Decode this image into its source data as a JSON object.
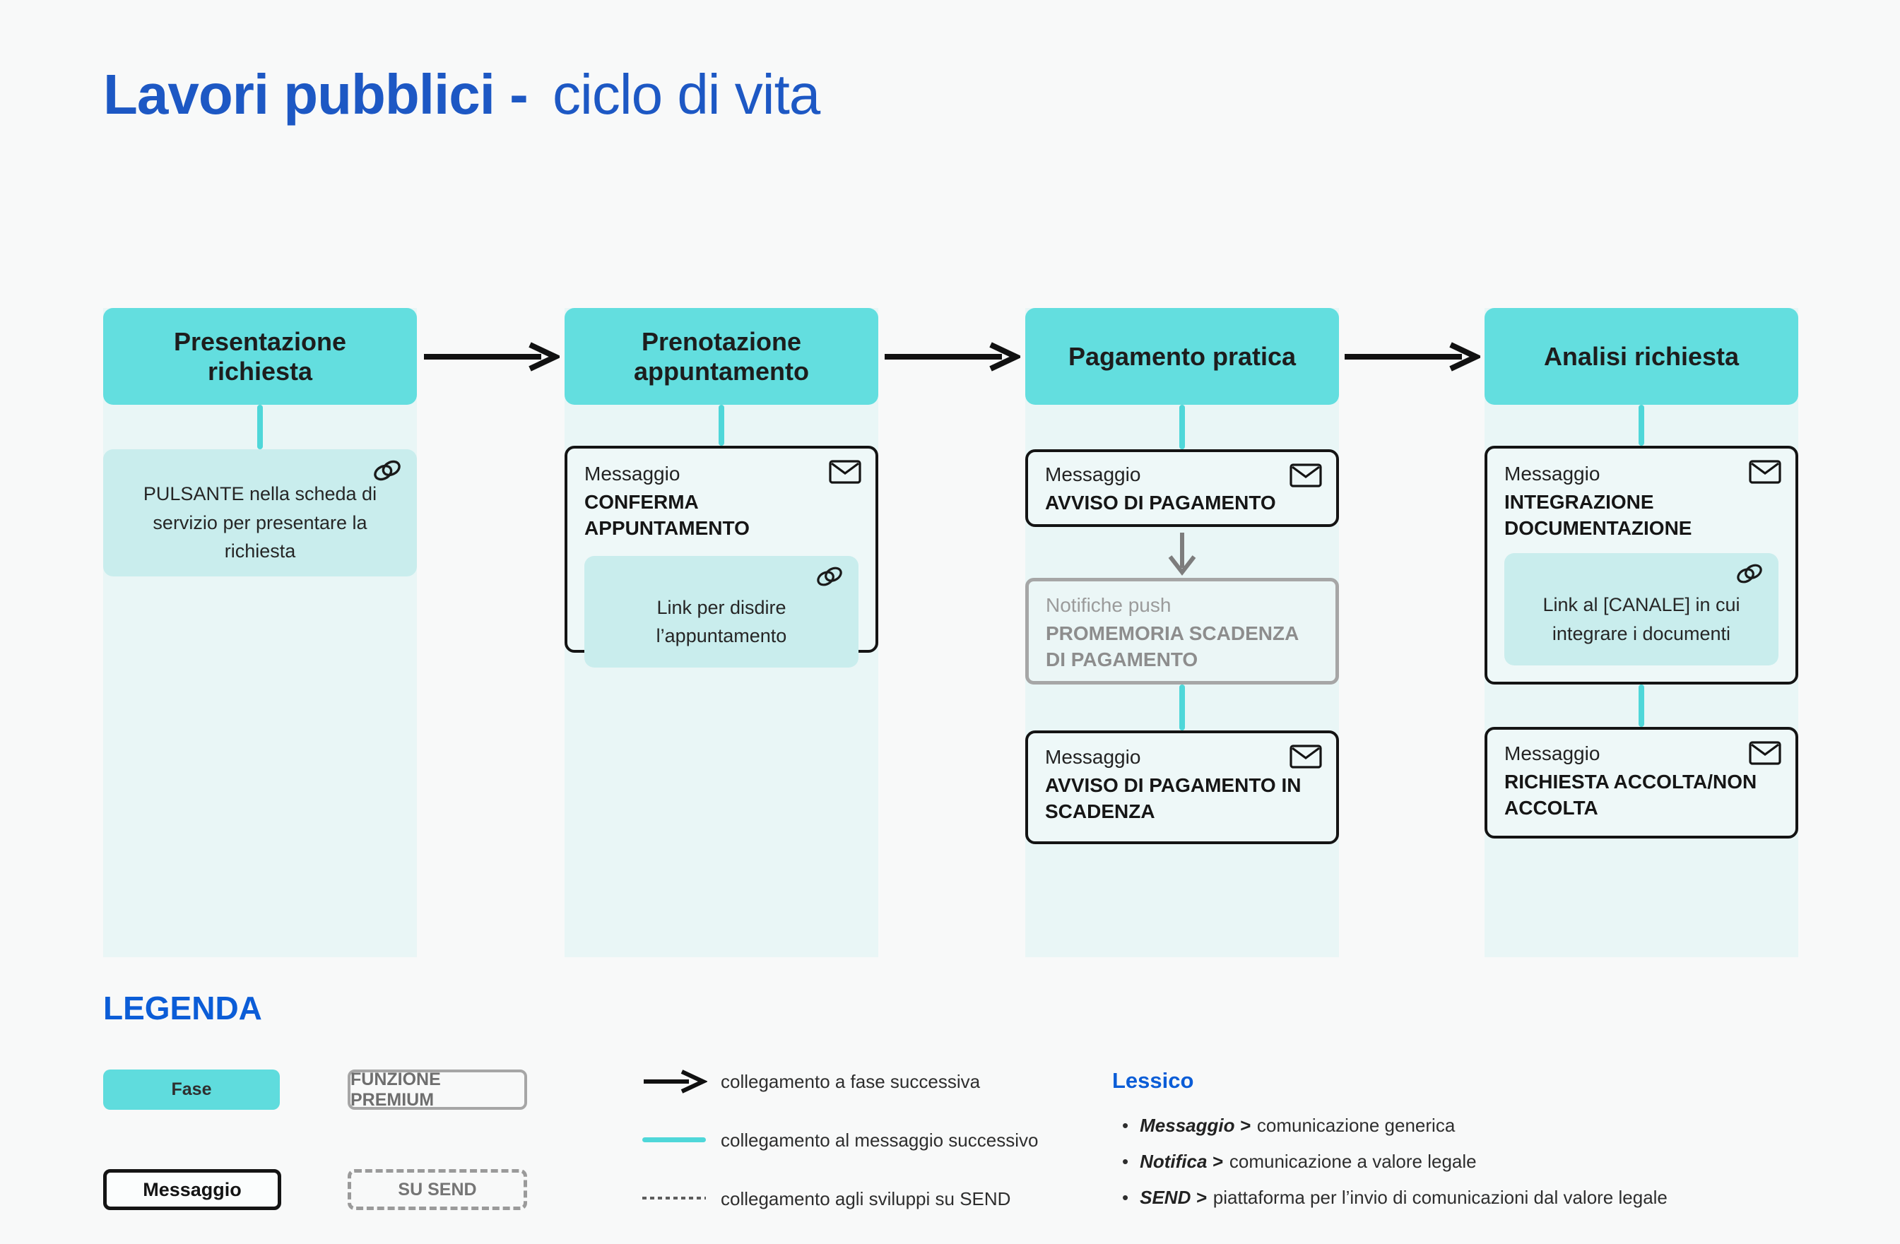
{
  "page": {
    "title": {
      "accent": "Lavori pubblici -",
      "rest": "ciclo di vita"
    }
  },
  "colors": {
    "phase_teal": "#63dedf",
    "light_teal_box": "#c9eded",
    "column_strip": "#e9f6f6",
    "heading_blue": "#0b5dd7",
    "title_blue": "#1d58c4",
    "message_border": "#141414",
    "premium_gray": "#a6a6a6",
    "connector_teal": "#4fd7d9"
  },
  "icons": {
    "message": "envelope-icon",
    "link": "chain-link-icon",
    "next_phase": "black-right-arrow",
    "to_send": "gray-down-arrow"
  },
  "columns": [
    {
      "header": "Presentazione richiesta",
      "link_note": "PULSANTE nella scheda di servizio per presentare la richiesta"
    },
    {
      "header": "Prenotazione appuntamento",
      "message1": {
        "label": "Messaggio",
        "title": "CONFERMA APPUNTAMENTO",
        "link": "Link per disdire l’appuntamento"
      }
    },
    {
      "header": "Pagamento pratica",
      "message1": {
        "label": "Messaggio",
        "title": "AVVISO DI PAGAMENTO"
      },
      "push": {
        "label": "Notifiche push",
        "title": "PROMEMORIA SCADENZA DI PAGAMENTO"
      },
      "message2": {
        "label": "Messaggio",
        "title": "AVVISO DI PAGAMENTO IN SCADENZA"
      }
    },
    {
      "header": "Analisi richiesta",
      "message1": {
        "label": "Messaggio",
        "title": "INTEGRAZIONE DOCUMENTAZIONE",
        "link": "Link al [CANALE] in cui integrare i documenti"
      },
      "message2": {
        "label": "Messaggio",
        "title": "RICHIESTA ACCOLTA/NON ACCOLTA"
      }
    }
  ],
  "legend": {
    "heading": "LEGENDA",
    "chips": [
      {
        "label": "Fase"
      },
      {
        "label": "FUNZIONE PREMIUM"
      },
      {
        "label": "Messaggio"
      },
      {
        "label": "SU SEND"
      }
    ],
    "connectors": [
      {
        "label": "collegamento a fase successiva"
      },
      {
        "label": "collegamento al messaggio successivo"
      },
      {
        "label": "collegamento agli sviluppi su SEND"
      }
    ]
  },
  "lessico": {
    "heading": "Lessico",
    "bullet": "•",
    "items": [
      {
        "term": "Messaggio >",
        "definition": "comunicazione generica"
      },
      {
        "term": "Notifica >",
        "definition": "comunicazione a valore legale"
      },
      {
        "term": "SEND >",
        "definition": "piattaforma per  l’invio di comunicazioni dal valore legale"
      }
    ]
  }
}
